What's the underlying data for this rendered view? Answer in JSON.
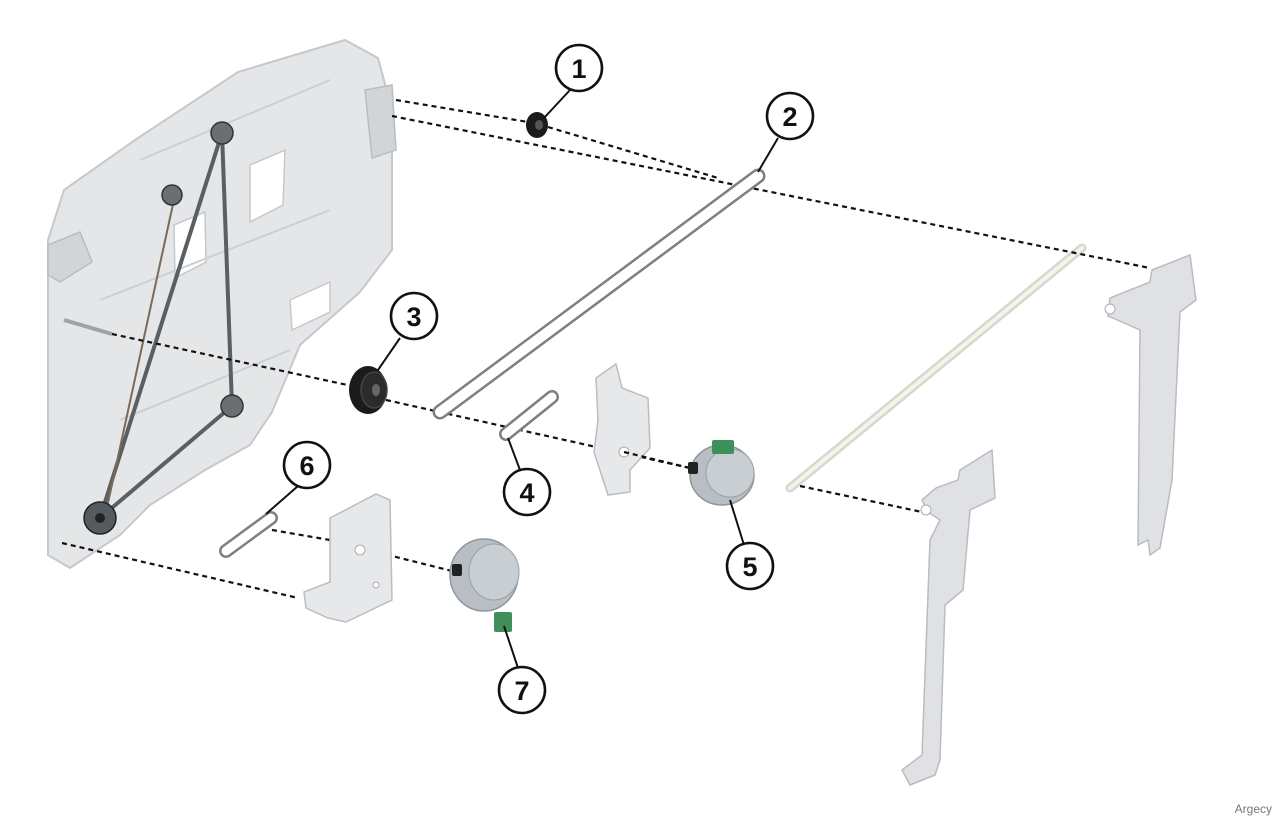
{
  "callouts": [
    {
      "number": "1",
      "part": "small-gear"
    },
    {
      "number": "2",
      "part": "long-belt"
    },
    {
      "number": "3",
      "part": "large-gear"
    },
    {
      "number": "4",
      "part": "small-belt"
    },
    {
      "number": "5",
      "part": "motor-upper"
    },
    {
      "number": "6",
      "part": "small-belt-lower"
    },
    {
      "number": "7",
      "part": "motor-lower"
    }
  ],
  "watermark": "Argecy",
  "colors": {
    "frame": "#e4e6e8",
    "frame_edge": "#c5c8cc",
    "metal": "#d9dbde",
    "gear": "#1b1b1b",
    "motor": "#b8bec4",
    "pcb": "#3f8f5a",
    "rod": "#efefe6",
    "line": "#111111"
  }
}
